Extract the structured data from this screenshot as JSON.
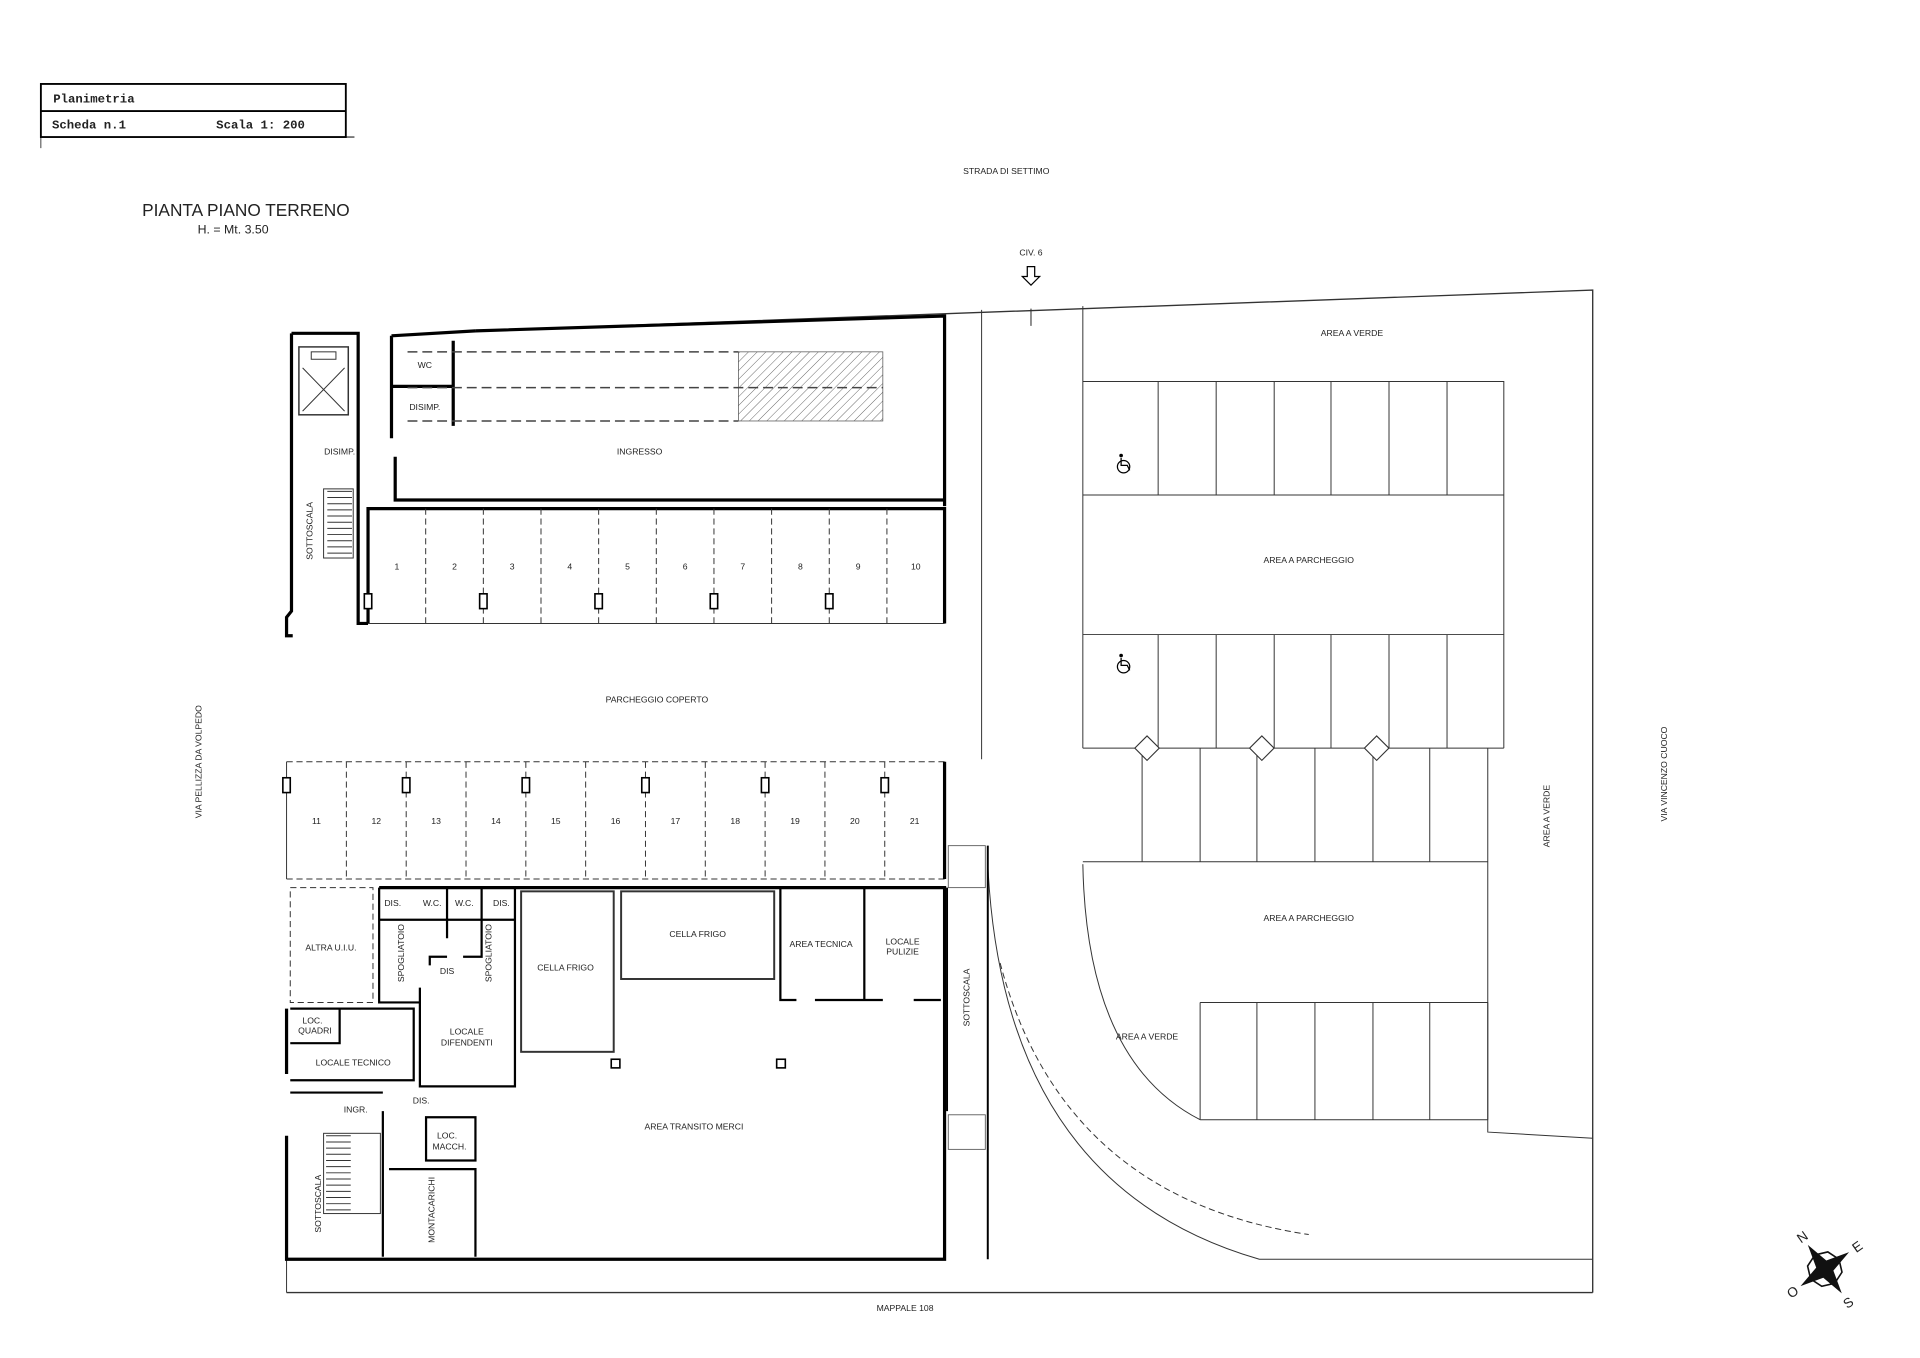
{
  "title_block": {
    "title": "Planimetria",
    "sheet": "Scheda n.1",
    "scale": "Scala 1: 200"
  },
  "heading": {
    "title": "PIANTA PIANO TERRENO",
    "height": "H. = Mt. 3.50"
  },
  "streets": {
    "north": "STRADA DI SETTIMO",
    "west": "VIA PELLIZZA DA VOLPEDO",
    "east": "VIA VINCENZO CUOCO",
    "south": "MAPPALE 108",
    "civic": "CIV. 6"
  },
  "outdoor": {
    "green_top": "AREA A VERDE",
    "parking_1": "AREA A PARCHEGGIO",
    "parking_2": "AREA A PARCHEGGIO",
    "green_bottom": "AREA A VERDE",
    "green_side": "AREA A VERDE"
  },
  "rooms": {
    "wc_top": "WC",
    "disimp_top": "DISIMP.",
    "disimp": "DISIMP.",
    "ingresso": "INGRESSO",
    "sottoscala_top": "SOTTOSCALA",
    "parcheggio_coperto": "PARCHEGGIO COPERTO",
    "altra_uiu": "ALTRA U.I.U.",
    "dis_1": "DIS.",
    "wc_1": "W.C.",
    "wc_2": "W.C.",
    "dis_2": "DIS.",
    "spogliatoio_1": "SPOGLIATOIO",
    "spogliatoio_2": "SPOGLIATOIO",
    "dis_3": "DIS",
    "cella_frigo_1": "CELLA FRIGO",
    "cella_frigo_2": "CELLA FRIGO",
    "area_tecnica": "AREA TECNICA",
    "locale_pulizie_1": "LOCALE",
    "locale_pulizie_2": "PULIZIE",
    "sottoscala_right": "SOTTOSCALA",
    "loc_quadri_1": "LOC.",
    "loc_quadri_2": "QUADRI",
    "locale_dipendenti_1": "LOCALE",
    "locale_dipendenti_2": "DIFENDENTI",
    "locale_tecnico": "LOCALE TECNICO",
    "dis_4": "DIS.",
    "ingr": "INGR.",
    "loc_macch_1": "LOC.",
    "loc_macch_2": "MACCH.",
    "area_transito_merci": "AREA TRANSITO MERCI",
    "sottoscala_bottom": "SOTTOSCALA",
    "montacarichi": "MONTACARICHI"
  },
  "garages_upper": [
    "1",
    "2",
    "3",
    "4",
    "5",
    "6",
    "7",
    "8",
    "9",
    "10"
  ],
  "garages_lower": [
    "11",
    "12",
    "13",
    "14",
    "15",
    "16",
    "17",
    "18",
    "19",
    "20",
    "21"
  ],
  "compass": {
    "n": "N",
    "s": "S",
    "e": "E",
    "o": "O"
  }
}
